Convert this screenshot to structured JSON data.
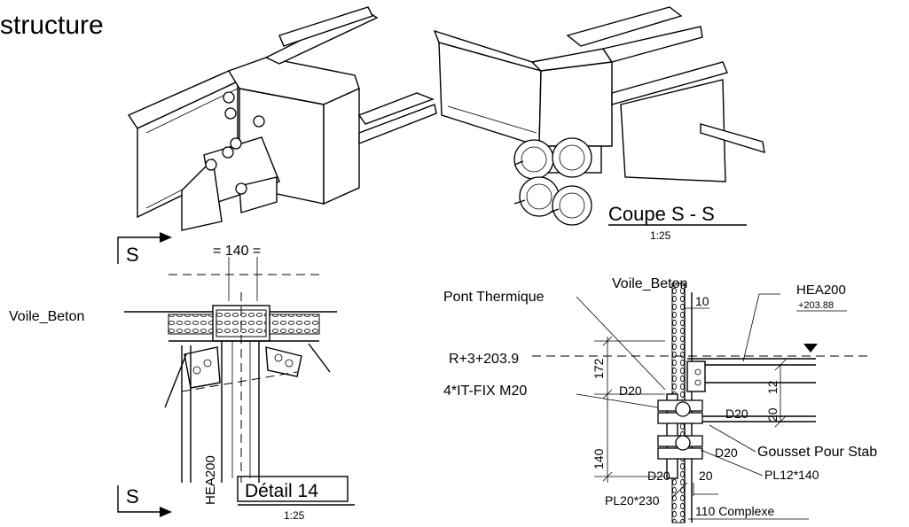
{
  "header": {
    "title": "structure"
  },
  "iso_section": {
    "title": "Coupe  S - S",
    "scale": "1:25"
  },
  "detail_plan": {
    "section_mark_top": "S",
    "section_mark_bottom": "S",
    "dimension": "= 140 =",
    "wall_label": "Voile_Beton",
    "beam_label": "HEA200",
    "title": "Détail  14",
    "scale": "1:25"
  },
  "section_view": {
    "wall_label": "Voile_Beton",
    "thermal_label": "Pont Thermique",
    "beam_label": "HEA200",
    "beam_level": "+203.88",
    "level_label": "R+3+203.9",
    "anchors_label": "4*IT-FIX M20",
    "gusset_label": "Gousset Pour Stab",
    "plate_right_label": "PL12*140",
    "plate_left_label": "PL20*230",
    "complex_label": "110 Complexe",
    "dims": {
      "wall_offset": "10",
      "upper": "172",
      "lower": "140",
      "flange": "12",
      "gap": "20",
      "plate_offset": "20"
    },
    "bolt_labels": [
      "D20",
      "D20",
      "D20",
      "D20"
    ]
  }
}
